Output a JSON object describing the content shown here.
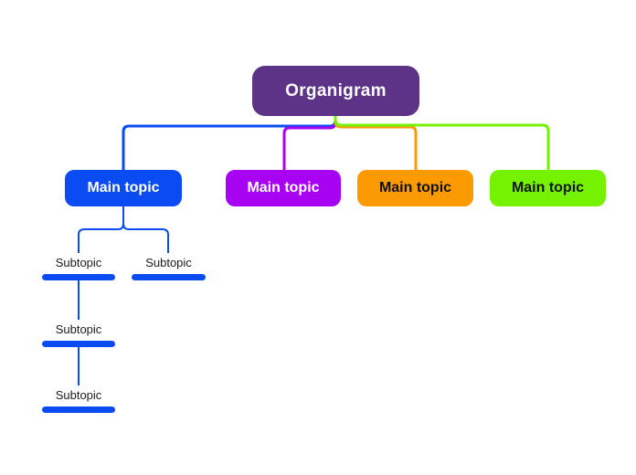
{
  "colors": {
    "background": "#ffffff",
    "root_fill": "#5c3387",
    "root_text": "#ffffff",
    "subtopic_text": "#1b1b1b"
  },
  "root": {
    "label": "Organigram"
  },
  "main_topics": [
    {
      "label": "Main topic",
      "fill": "#0a4cf1",
      "text_color": "#ffffff"
    },
    {
      "label": "Main topic",
      "fill": "#a802f2",
      "text_color": "#ffffff"
    },
    {
      "label": "Main topic",
      "fill": "#fc9a03",
      "text_color": "#111111"
    },
    {
      "label": "Main topic",
      "fill": "#74f202",
      "text_color": "#111111"
    }
  ],
  "subtopics": [
    {
      "label": "Subtopic"
    },
    {
      "label": "Subtopic"
    },
    {
      "label": "Subtopic"
    },
    {
      "label": "Subtopic"
    }
  ]
}
